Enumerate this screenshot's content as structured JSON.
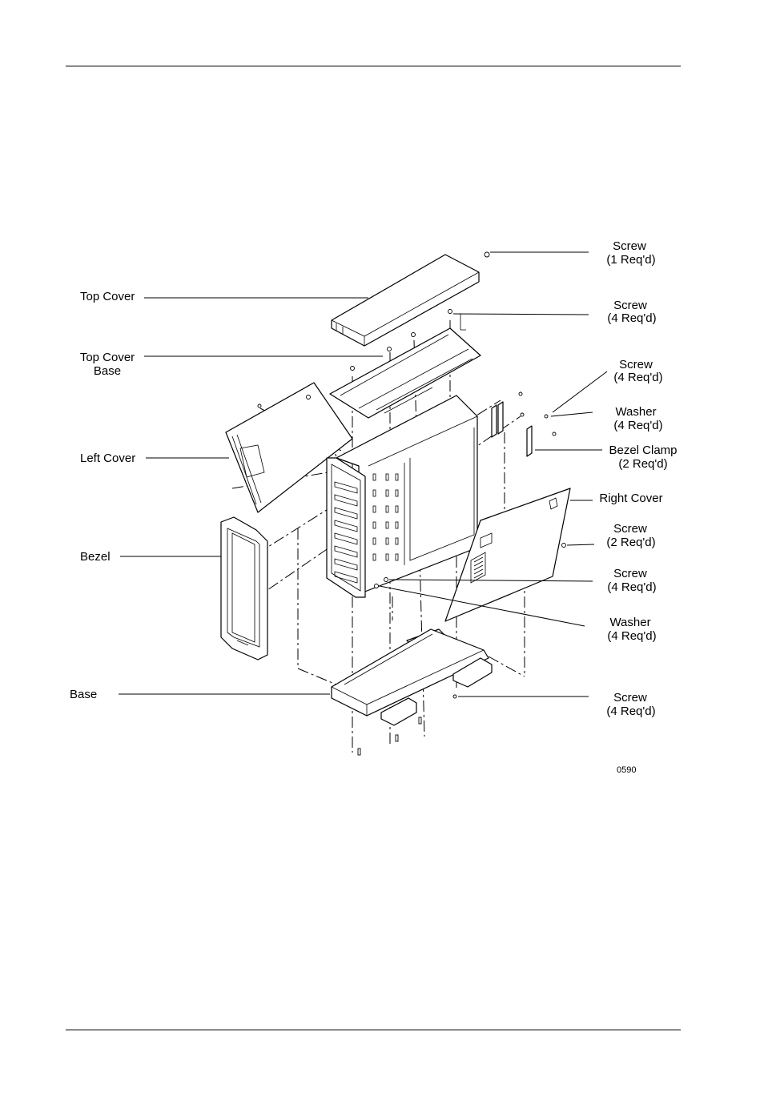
{
  "figure_code": "0590",
  "labels": {
    "screw_1": {
      "line1": "Screw",
      "line2": "(1 Req'd)"
    },
    "screw_2": {
      "line1": "Screw",
      "line2": "(4 Req'd)"
    },
    "screw_3": {
      "line1": "Screw",
      "line2": "(4 Req'd)"
    },
    "washer_1": {
      "line1": "Washer",
      "line2": "(4 Req'd)"
    },
    "bezel_clamp": {
      "line1": "Bezel Clamp",
      "line2": "(2 Req'd)"
    },
    "right_cover": {
      "line1": "Right Cover"
    },
    "screw_4": {
      "line1": "Screw",
      "line2": "(2 Req'd)"
    },
    "screw_5": {
      "line1": "Screw",
      "line2": "(4 Req'd)"
    },
    "washer_2": {
      "line1": "Washer",
      "line2": "(4 Req'd)"
    },
    "screw_6": {
      "line1": "Screw",
      "line2": "(4 Req'd)"
    },
    "top_cover": {
      "line1": "Top Cover"
    },
    "top_cover_base": {
      "line1": "Top Cover",
      "line2": "Base"
    },
    "left_cover": {
      "line1": "Left Cover"
    },
    "bezel": {
      "line1": "Bezel"
    },
    "base": {
      "line1": "Base"
    }
  }
}
